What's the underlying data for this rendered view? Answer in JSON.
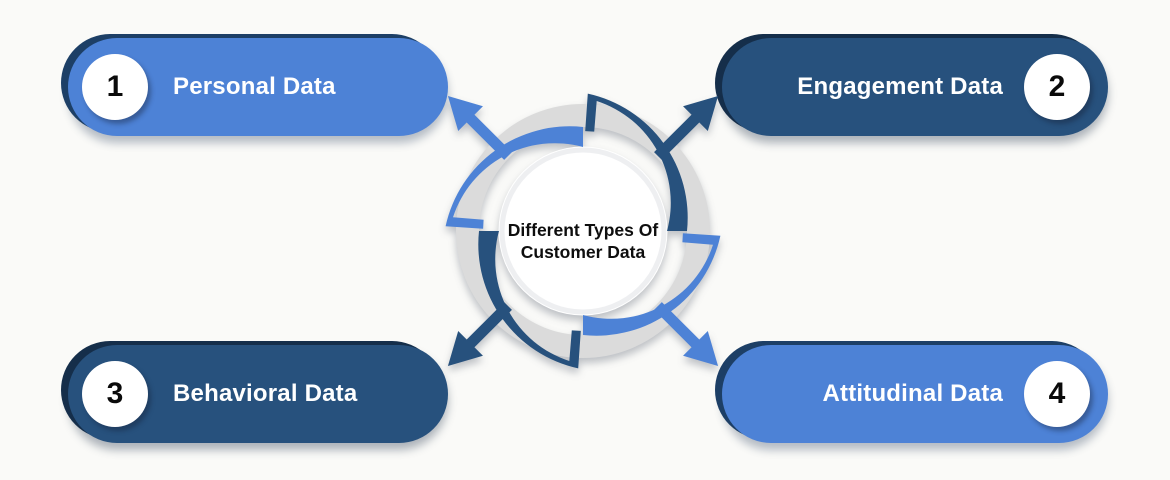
{
  "title": {
    "line1": "Different Types Of",
    "line2": "Customer Data"
  },
  "items": [
    {
      "number": "1",
      "label": "Personal Data",
      "variant": "light",
      "position": "top-left"
    },
    {
      "number": "2",
      "label": "Engagement Data",
      "variant": "dark",
      "position": "top-right"
    },
    {
      "number": "3",
      "label": "Behavioral Data",
      "variant": "dark",
      "position": "bottom-left"
    },
    {
      "number": "4",
      "label": "Attitudinal Data",
      "variant": "light",
      "position": "bottom-right"
    }
  ],
  "colors": {
    "light_blue": "#4d82d6",
    "dark_blue": "#27517d",
    "rim_on_light": "#1d3f66",
    "rim_on_dark": "#152e4a",
    "ring_gray": "#dbdbdb",
    "background": "#fafaf8",
    "number_text": "#0a0a0a",
    "label_text": "#ffffff",
    "title_text": "#0e0e0e"
  },
  "graphic": {
    "description": "circular cycle ring with four arc segments and outward diagonal arrows"
  }
}
